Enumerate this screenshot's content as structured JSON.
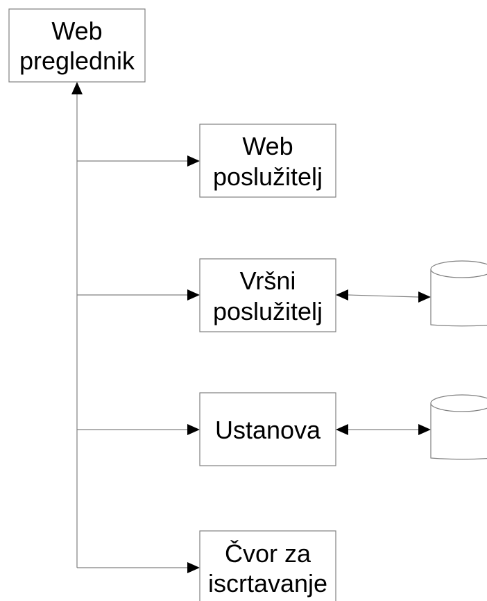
{
  "diagram": {
    "nodes": {
      "browser": {
        "line1": "Web",
        "line2": "preglednik"
      },
      "web_server": {
        "line1": "Web",
        "line2": "poslužitelj"
      },
      "top_server": {
        "line1": "Vršni",
        "line2": "poslužitelj"
      },
      "institution": {
        "label": "Ustanova"
      },
      "render_node": {
        "line1": "Čvor za",
        "line2": "iscrtavanje"
      }
    },
    "connections": [
      {
        "from": "browser",
        "to": "web_server",
        "direction": "forward"
      },
      {
        "from": "browser",
        "to": "top_server",
        "direction": "forward"
      },
      {
        "from": "browser",
        "to": "institution",
        "direction": "forward"
      },
      {
        "from": "browser",
        "to": "render_node",
        "direction": "forward"
      },
      {
        "from": "top_server",
        "to": "database-1",
        "direction": "both"
      },
      {
        "from": "institution",
        "to": "database-2",
        "direction": "both"
      }
    ],
    "databases": [
      "database-1",
      "database-2"
    ]
  }
}
